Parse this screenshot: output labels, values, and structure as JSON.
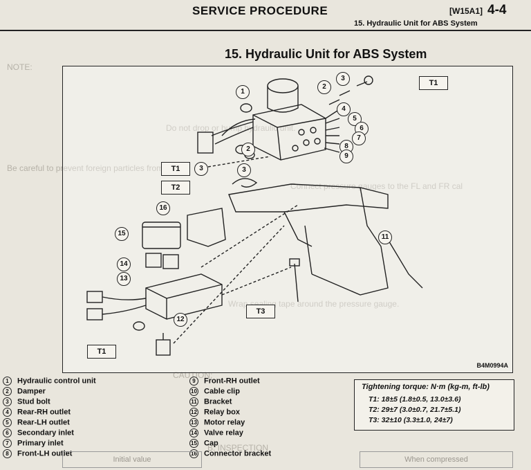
{
  "header": {
    "section": "SERVICE PROCEDURE",
    "code": "[W15A1]",
    "page": "4-4",
    "subtitle": "15. Hydraulic Unit for ABS System"
  },
  "title": "15. Hydraulic Unit for ABS System",
  "figure": {
    "code": "B4M0994A",
    "torque_boxes": [
      {
        "label": "T1"
      },
      {
        "label": "T1"
      },
      {
        "label": "T2"
      },
      {
        "label": "T3"
      },
      {
        "label": "T1"
      }
    ],
    "callouts": [
      "1",
      "2",
      "3",
      "2",
      "3",
      "4",
      "5",
      "6",
      "7",
      "8",
      "9",
      "3",
      "16",
      "15",
      "14",
      "13",
      "12",
      "11"
    ]
  },
  "legend": [
    {
      "num": "1",
      "label": "Hydraulic control unit"
    },
    {
      "num": "2",
      "label": "Damper"
    },
    {
      "num": "3",
      "label": "Stud bolt"
    },
    {
      "num": "4",
      "label": "Rear-RH outlet"
    },
    {
      "num": "5",
      "label": "Rear-LH outlet"
    },
    {
      "num": "6",
      "label": "Secondary inlet"
    },
    {
      "num": "7",
      "label": "Primary inlet"
    },
    {
      "num": "8",
      "label": "Front-LH outlet"
    },
    {
      "num": "9",
      "label": "Front-RH outlet"
    },
    {
      "num": "10",
      "label": "Cable clip"
    },
    {
      "num": "11",
      "label": "Bracket"
    },
    {
      "num": "12",
      "label": "Relay box"
    },
    {
      "num": "13",
      "label": "Motor relay"
    },
    {
      "num": "14",
      "label": "Valve relay"
    },
    {
      "num": "15",
      "label": "Cap"
    },
    {
      "num": "16",
      "label": "Connector bracket"
    }
  ],
  "torque": {
    "title": "Tightening torque: N·m (kg-m, ft-lb)",
    "lines": [
      "T1: 18±5 (1.8±0.5, 13.0±3.6)",
      "T2: 29±7 (3.0±0.7, 21.7±5.1)",
      "T3: 32±10 (3.3±1.0, 24±7)"
    ]
  },
  "bottom": {
    "left": "Initial value",
    "right": "When compressed"
  },
  "bleed": [
    "NOTE:",
    "Do not drop or bump hydraulic unit.",
    "Be careful to prevent foreign particles from getting",
    "Connect pressure gauges to the FL and FR cal",
    "Wrap sealing tape around the pressure gauge.",
    "CAUTION:",
    "B: INSPECTION"
  ]
}
